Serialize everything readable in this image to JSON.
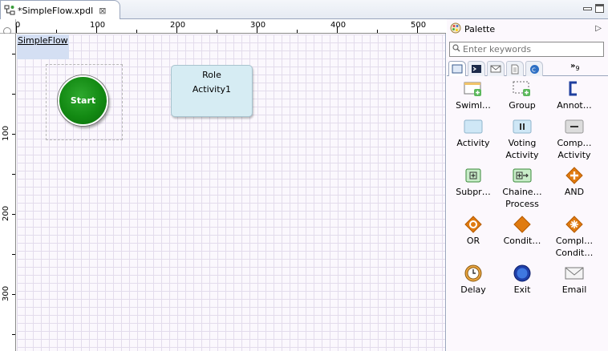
{
  "editor_tab": {
    "title": "*SimpleFlow.xpdl",
    "close": "⊠"
  },
  "ruler": {
    "h_labels": [
      "0",
      "100",
      "200",
      "300",
      "400",
      "500"
    ],
    "v_labels": [
      "100",
      "200",
      "300"
    ]
  },
  "canvas": {
    "process_name": "SimpleFlow",
    "start_label": "Start",
    "activity": {
      "role": "Role",
      "name": "Activity1"
    }
  },
  "palette": {
    "title": "Palette",
    "search_placeholder": "Enter keywords",
    "more_tabs_count": "9",
    "items": [
      {
        "label": "Swiml…",
        "icon": "swimlane-icon"
      },
      {
        "label": "Group",
        "icon": "group-icon"
      },
      {
        "label": "Annot…",
        "icon": "annotation-icon"
      },
      {
        "label": "Activity",
        "icon": "activity-icon"
      },
      {
        "label": "Voting Activity",
        "icon": "voting-activity-icon"
      },
      {
        "label": "Comp… Activity",
        "icon": "compensation-activity-icon"
      },
      {
        "label": "Subpr…",
        "icon": "subprocess-icon"
      },
      {
        "label": "Chaine… Process",
        "icon": "chained-process-icon"
      },
      {
        "label": "AND",
        "icon": "and-gateway-icon"
      },
      {
        "label": "OR",
        "icon": "or-gateway-icon"
      },
      {
        "label": "Condit…",
        "icon": "conditional-gateway-icon"
      },
      {
        "label": "Compl… Condit…",
        "icon": "complex-conditional-icon"
      },
      {
        "label": "Delay",
        "icon": "delay-icon"
      },
      {
        "label": "Exit",
        "icon": "exit-icon"
      },
      {
        "label": "Email",
        "icon": "email-icon"
      }
    ]
  },
  "colors": {
    "start_green": "#138a13",
    "activity_fill": "#d6ecf3",
    "gateway_orange": "#e07b10",
    "selection_blue": "#d4dff3"
  }
}
